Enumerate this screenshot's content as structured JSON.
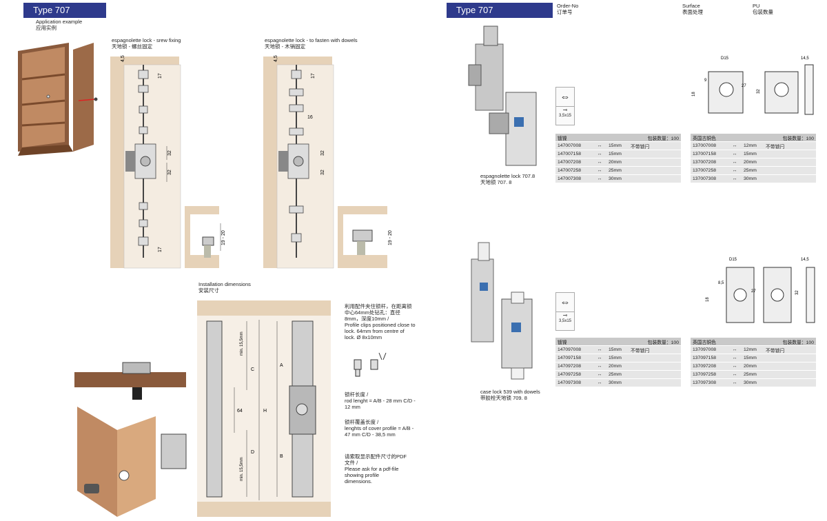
{
  "left": {
    "type_label": "Type 707",
    "application": {
      "en": "Application  example",
      "zh": "应用实例"
    },
    "screw_fixing": {
      "en": "espagnolette lock - srew fixing",
      "zh": "天地锁  -  螺丝固定"
    },
    "dowels": {
      "en": "espagnolette lock - to fasten with dowels",
      "zh": "天地锁  -  木销固定"
    },
    "dims": {
      "d45": "4,5",
      "d17": "17",
      "d32": "32",
      "d1920": "19 - 20",
      "d16": "16"
    },
    "installation": {
      "en": "Installation dimensions",
      "zh": "安装尺寸"
    },
    "install_dims": {
      "c": "C",
      "a": "A",
      "h": "H",
      "d": "D",
      "b": "B",
      "d64": "64",
      "min155": "min. 15,5mm"
    },
    "notes": [
      {
        "zh": "利用配件夹住锁杆，在距离锁中心64mm处钻孔：直径8mm，深度10mm",
        "sep": "/",
        "en": "Profile clips positioned close to lock. 64mm from centre of lock. Ø 8x10mm"
      },
      {
        "zh": "锁杆长度",
        "sep": "/",
        "en": "rod lenght = A/B - 28 mm C/D - 12 mm"
      },
      {
        "zh": "锁杆覆盖长度",
        "sep": "/",
        "en": "lenghts of cover profile = A/B - 47 mm C/D - 38,5 mm"
      },
      {
        "zh": "请索取显示配件尺寸的PDF文件",
        "sep": "/",
        "en": "Please ask for a pdf-file showing profile dimensions."
      }
    ]
  },
  "right": {
    "type_label": "Type 707",
    "columns": [
      {
        "en": "Order-No",
        "zh": "订单号"
      },
      {
        "en": "Surface",
        "zh": "表面处理"
      },
      {
        "en": "PU",
        "zh": "包装数量"
      }
    ],
    "screw_label": "3,5x15",
    "products": [
      {
        "caption_en": "espagnolette lock 707.8",
        "caption_zh": "天地锁  707. 8",
        "dims": {
          "d15": "D15",
          "d14": "14,5",
          "d9": "9",
          "d7": "27",
          "d18": "18",
          "d32": "32"
        },
        "tables": [
          {
            "finish": "镀镍",
            "pu": "包装数量：100",
            "rows": [
              {
                "code": "147007008",
                "size": "15mm",
                "note": "不带锁闩"
              },
              {
                "code": "147007158",
                "size": "15mm",
                "note": ""
              },
              {
                "code": "147007208",
                "size": "20mm",
                "note": ""
              },
              {
                "code": "147007258",
                "size": "25mm",
                "note": ""
              },
              {
                "code": "147007308",
                "size": "30mm",
                "note": ""
              }
            ]
          },
          {
            "finish": "英国古铜色",
            "pu": "包装数量：100",
            "rows": [
              {
                "code": "137007008",
                "size": "12mm",
                "note": "不带锁闩"
              },
              {
                "code": "137007158",
                "size": "15mm",
                "note": ""
              },
              {
                "code": "137007208",
                "size": "20mm",
                "note": ""
              },
              {
                "code": "137007258",
                "size": "25mm",
                "note": ""
              },
              {
                "code": "137007308",
                "size": "30mm",
                "note": ""
              }
            ]
          }
        ]
      },
      {
        "caption_en": "case lock 539 with dowels",
        "caption_zh": "带胶栓天地锁  709. 8",
        "dims": {
          "d15": "D15",
          "d14": "14,5",
          "d9": "8,5",
          "d7": "27",
          "d18": "18",
          "d32": "32"
        },
        "tables": [
          {
            "finish": "镀镍",
            "pu": "包装数量：100",
            "rows": [
              {
                "code": "147097008",
                "size": "15mm",
                "note": "不带锁闩"
              },
              {
                "code": "147097158",
                "size": "15mm",
                "note": ""
              },
              {
                "code": "147097208",
                "size": "20mm",
                "note": ""
              },
              {
                "code": "147097258",
                "size": "25mm",
                "note": ""
              },
              {
                "code": "147097308",
                "size": "30mm",
                "note": ""
              }
            ]
          },
          {
            "finish": "英国古铜色",
            "pu": "包装数量：100",
            "rows": [
              {
                "code": "137097008",
                "size": "12mm",
                "note": "不带锁闩"
              },
              {
                "code": "137097158",
                "size": "15mm",
                "note": ""
              },
              {
                "code": "137097208",
                "size": "20mm",
                "note": ""
              },
              {
                "code": "137097258",
                "size": "25mm",
                "note": ""
              },
              {
                "code": "137097308",
                "size": "30mm",
                "note": ""
              }
            ]
          }
        ]
      }
    ]
  },
  "colors": {
    "brand_bar": "#2e3a8c",
    "wood": "#e6d2b8",
    "table_head": "#c9c9c9",
    "table_row": "#e6e6e6"
  }
}
